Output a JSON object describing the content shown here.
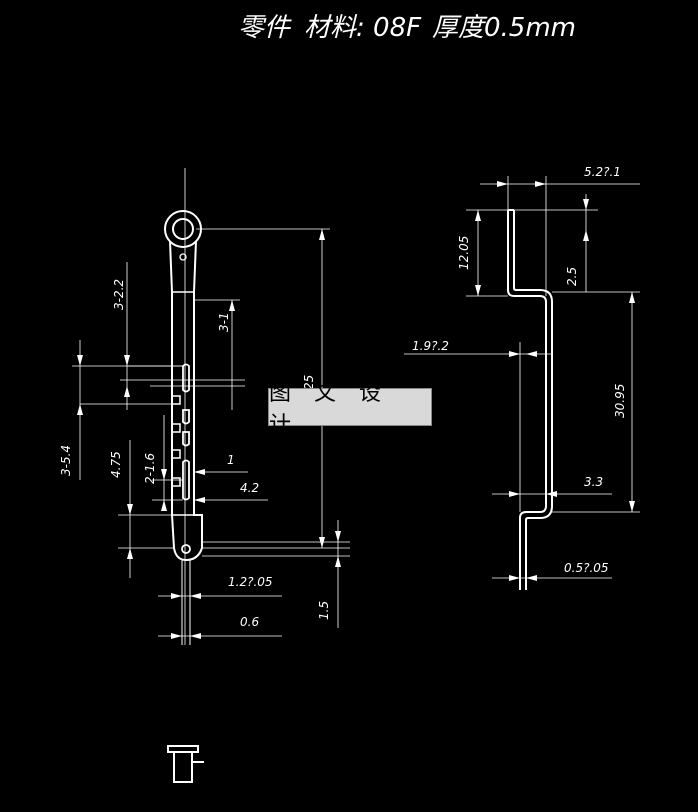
{
  "title": {
    "part": "零件",
    "material": "材料: 08F",
    "thickness": "厚度0.5mm"
  },
  "watermark": "图 文 设 计",
  "dimensions": {
    "d_3_22": "3-2.2",
    "d_3_1": "3-1",
    "d_25": "25",
    "d_3_54": "3-5.4",
    "d_475": "4.75",
    "d_2_16": "2-1.6",
    "d_1": "1",
    "d_42": "4.2",
    "d_12_005": "1.2?.05",
    "d_06": "0.6",
    "d_15": "1.5",
    "d_52_01": "5.2?.1",
    "d_1205": "12.05",
    "d_25b": "2.5",
    "d_19_02": "1.9?.2",
    "d_3095": "30.95",
    "d_33": "3.3",
    "d_05_005": "0.5?.05"
  }
}
